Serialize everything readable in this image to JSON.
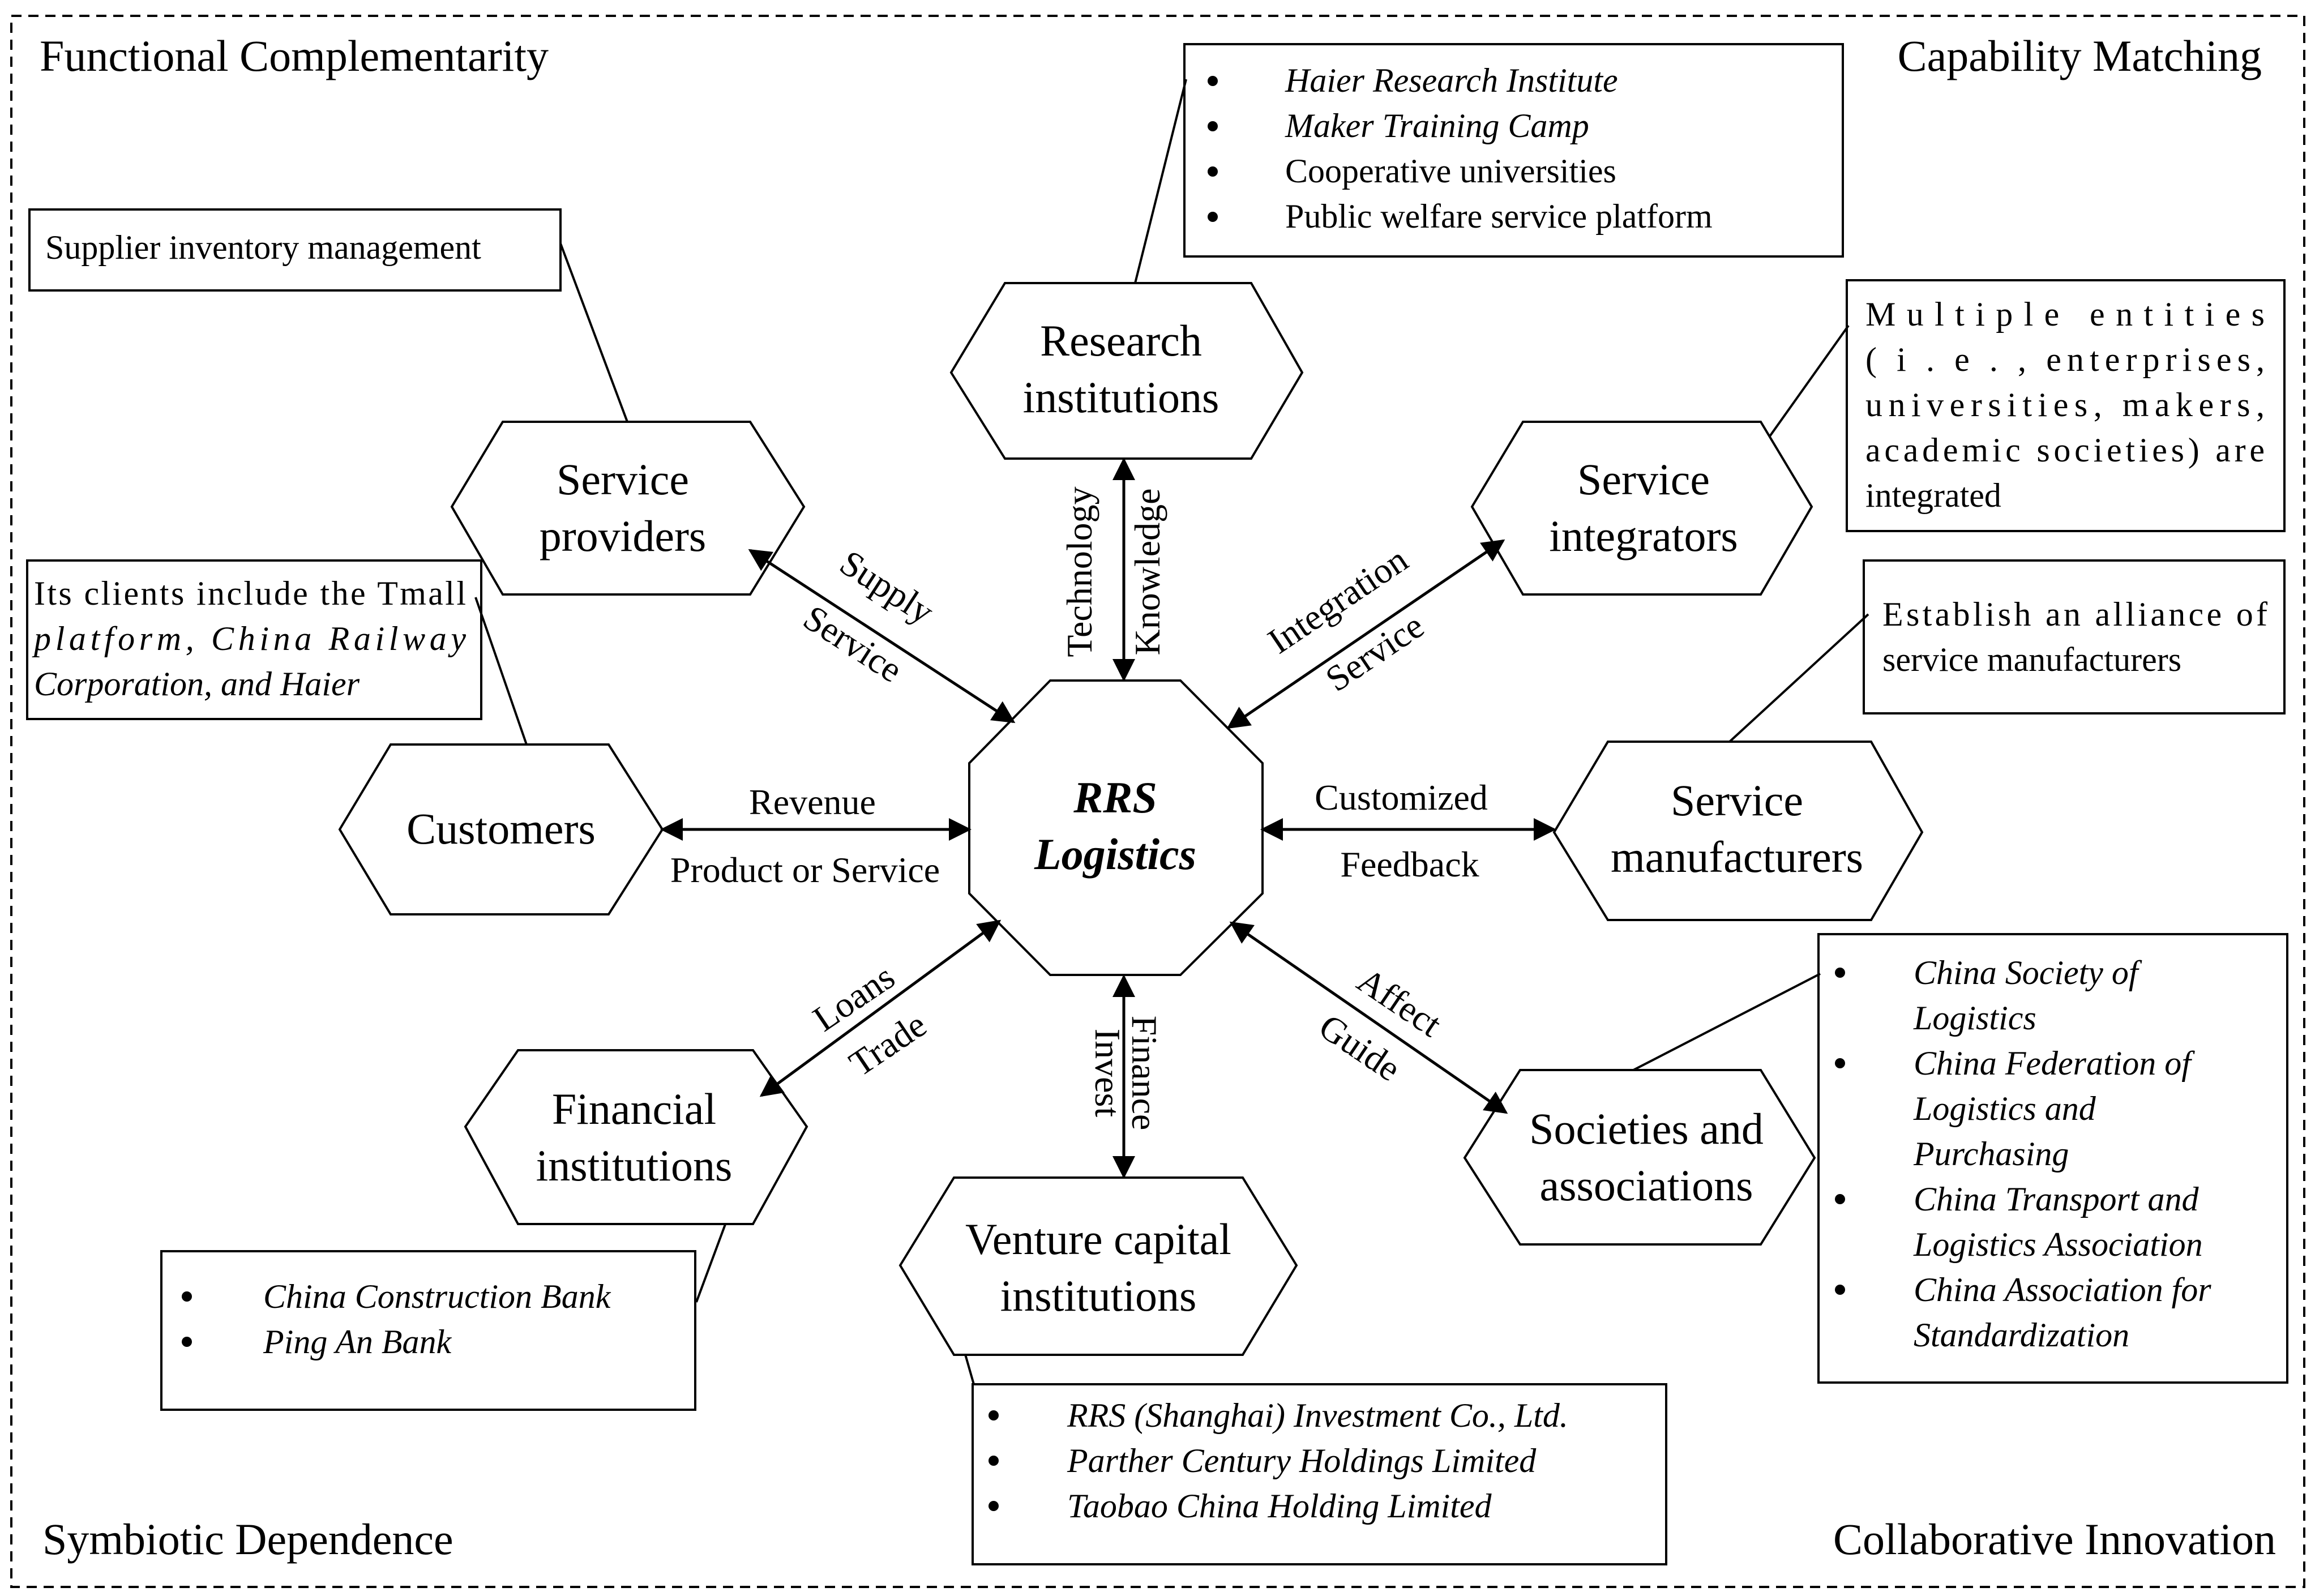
{
  "corners": {
    "top_left": "Functional Complementarity",
    "top_right": "Capability Matching",
    "bottom_left": "Symbiotic Dependence",
    "bottom_right": "Collaborative Innovation"
  },
  "center": {
    "line1": "RRS",
    "line2": "Logistics"
  },
  "nodes": {
    "research": {
      "line1": "Research",
      "line2": "institutions"
    },
    "service_providers": {
      "line1": "Service",
      "line2": "providers"
    },
    "service_integrators": {
      "line1": "Service",
      "line2": "integrators"
    },
    "customers": {
      "line1": "Customers"
    },
    "service_manufacturers": {
      "line1": "Service",
      "line2": "manufacturers"
    },
    "financial": {
      "line1": "Financial",
      "line2": "institutions"
    },
    "venture": {
      "line1": "Venture capital",
      "line2": "institutions"
    },
    "societies": {
      "line1": "Societies and",
      "line2": "associations"
    }
  },
  "links": {
    "providers": {
      "a": "Supply",
      "b": "Service"
    },
    "research": {
      "a": "Technology",
      "b": "Knowledge"
    },
    "integrators": {
      "a": "Integration",
      "b": "Service"
    },
    "customers": {
      "a": "Revenue",
      "b": "Product or Service"
    },
    "manufacturers": {
      "a": "Customized",
      "b": "Feedback"
    },
    "financial": {
      "a": "Loans",
      "b": "Trade"
    },
    "venture": {
      "a": "Invest",
      "b": "Finance"
    },
    "societies": {
      "a": "Affect",
      "b": "Guide"
    }
  },
  "boxes": {
    "research": [
      "Haier Research Institute",
      "Maker Training Camp",
      "Cooperative universities",
      "Public welfare service platform"
    ],
    "providers": [
      "Supplier inventory management"
    ],
    "customers": {
      "lines": [
        "Its clients include the Tmall",
        "platform, China Railway",
        "Corporation, and Haier"
      ]
    },
    "integrators": [
      "Multiple entities",
      "( i . e . , enterprises,",
      "universities, makers,",
      "academic societies) are",
      "integrated"
    ],
    "manufacturers": [
      "Establish an alliance of",
      "service manufacturers"
    ],
    "financial": [
      "China Construction Bank",
      "Ping An Bank"
    ],
    "venture": [
      "RRS (Shanghai) Investment Co., Ltd.",
      "Parther Century Holdings Limited",
      "Taobao China Holding Limited"
    ],
    "societies": [
      "China Society of",
      "Logistics",
      "China Federation of",
      "Logistics and",
      "Purchasing",
      "China Transport and",
      "Logistics Association",
      "China Association for",
      "Standardization"
    ]
  }
}
